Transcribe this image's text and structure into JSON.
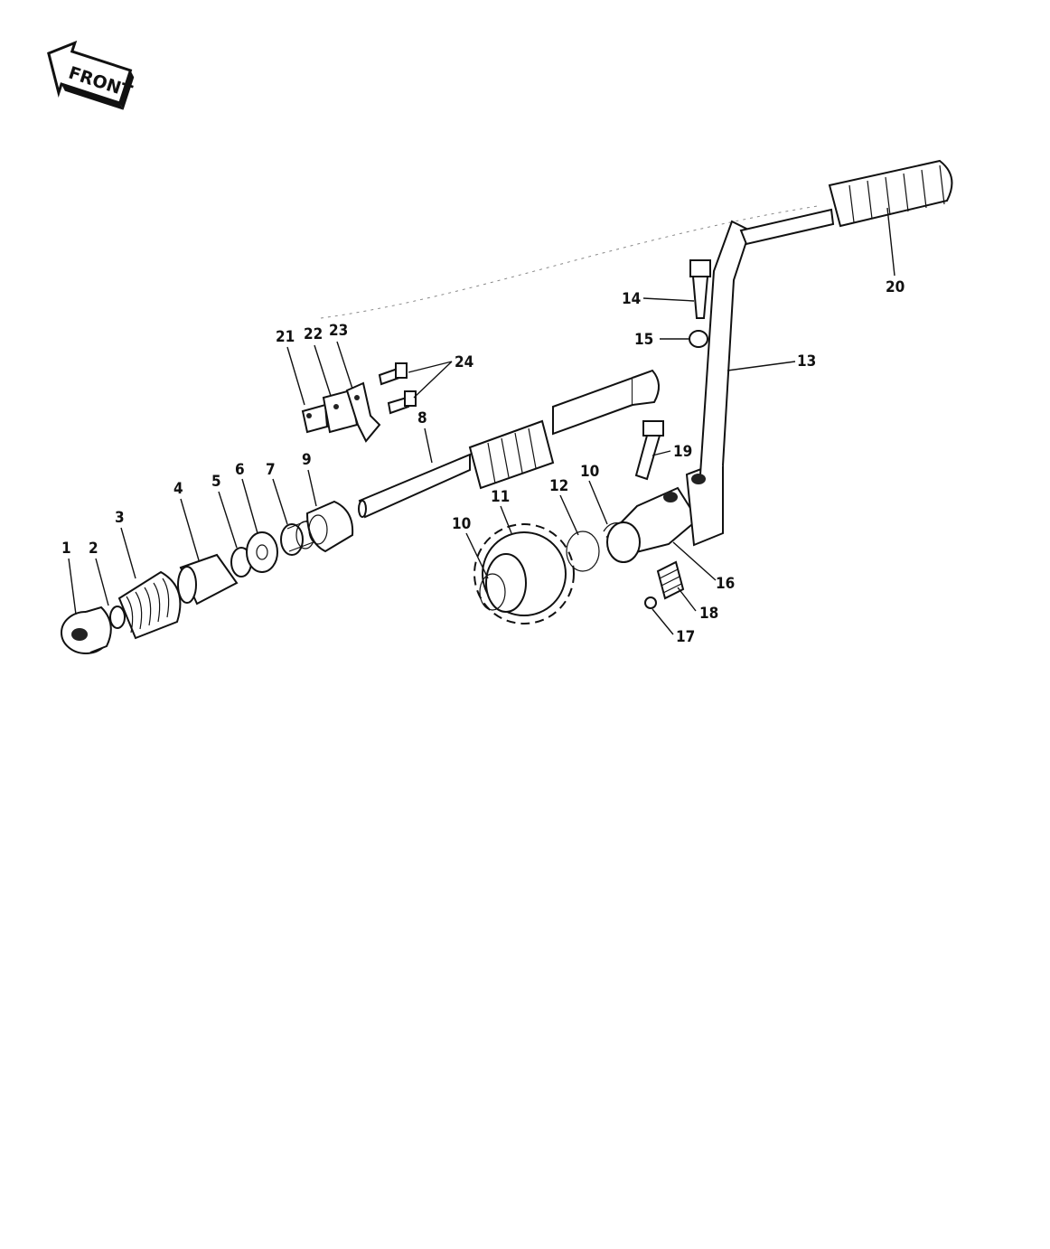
{
  "badge": {
    "text": "FRONT"
  },
  "callouts": [
    {
      "id": "1",
      "text": "1"
    },
    {
      "id": "2",
      "text": "2"
    },
    {
      "id": "3",
      "text": "3"
    },
    {
      "id": "4",
      "text": "4"
    },
    {
      "id": "5",
      "text": "5"
    },
    {
      "id": "6",
      "text": "6"
    },
    {
      "id": "7",
      "text": "7"
    },
    {
      "id": "8",
      "text": "8"
    },
    {
      "id": "9",
      "text": "9"
    },
    {
      "id": "10a",
      "text": "10"
    },
    {
      "id": "10b",
      "text": "10"
    },
    {
      "id": "11",
      "text": "11"
    },
    {
      "id": "12",
      "text": "12"
    },
    {
      "id": "13",
      "text": "13"
    },
    {
      "id": "14",
      "text": "14"
    },
    {
      "id": "15",
      "text": "15"
    },
    {
      "id": "16",
      "text": "16"
    },
    {
      "id": "17",
      "text": "17"
    },
    {
      "id": "18",
      "text": "18"
    },
    {
      "id": "19",
      "text": "19"
    },
    {
      "id": "20",
      "text": "20"
    },
    {
      "id": "21",
      "text": "21"
    },
    {
      "id": "22",
      "text": "22"
    },
    {
      "id": "23",
      "text": "23"
    },
    {
      "id": "24",
      "text": "24"
    }
  ]
}
